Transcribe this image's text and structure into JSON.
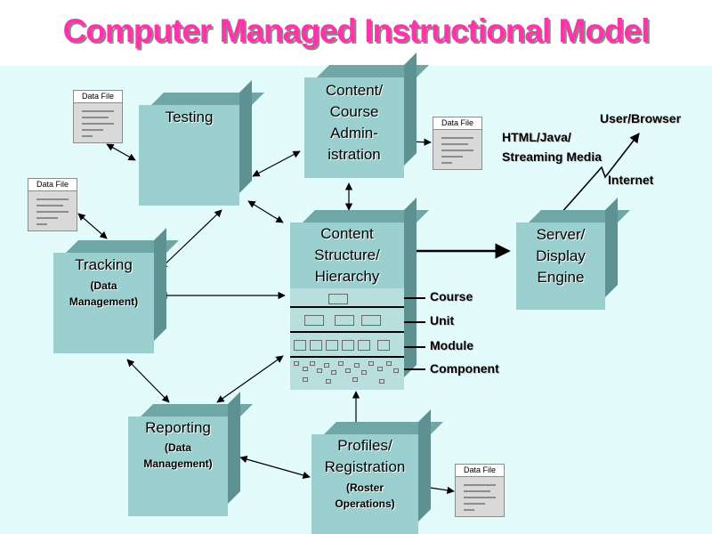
{
  "title": "Computer Managed Instructional Model",
  "boxes": {
    "testing": "Testing",
    "content_admin": [
      "Content/",
      "Course",
      "Admin-",
      "istration"
    ],
    "content_structure": [
      "Content",
      "Structure/",
      "Hierarchy"
    ],
    "tracking": {
      "title": "Tracking",
      "sub": [
        "(Data",
        "Management)"
      ]
    },
    "server": [
      "Server/",
      "Display",
      "Engine"
    ],
    "reporting": {
      "title": "Reporting",
      "sub": [
        "(Data",
        "Management)"
      ]
    },
    "profiles": {
      "title": [
        "Profiles/",
        "Registration"
      ],
      "sub": [
        "(Roster",
        "Operations)"
      ]
    }
  },
  "data_file_label": "Data File",
  "hierarchy_levels": [
    "Course",
    "Unit",
    "Module",
    "Component"
  ],
  "network": {
    "user_browser": "User/Browser",
    "html_java": "HTML/Java/",
    "streaming": "Streaming Media",
    "internet": "Internet"
  }
}
